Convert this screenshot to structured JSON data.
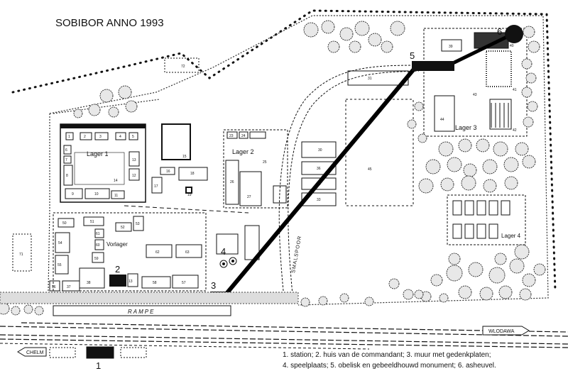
{
  "title": "SOBIBOR ANNO 1993",
  "areas": {
    "lager1": "Lager 1",
    "lager2": "Lager 2",
    "lager3": "Lager 3",
    "lager4": "Lager 4",
    "vorlager": "Vorlager"
  },
  "tracks": {
    "rampe": "RAMPE",
    "smalspoor": "SMALSPOOR",
    "wlodawa": "WLODAWA",
    "chelm": "CHELM"
  },
  "markers": [
    "1",
    "2",
    "3",
    "4",
    "5",
    "6"
  ],
  "legend": {
    "line1": "1. station;  2. huis van de commandant;  3. muur met gedenkplaten;",
    "line2": "4. speelplaats;  5. obelisk en gebeeldhouwd monument;  6. asheuvel."
  },
  "building_numbers": {
    "b1": "1",
    "b2": "2",
    "b3": "3",
    "b4": "4",
    "b5": "5",
    "b6": "6",
    "b7": "7",
    "b8": "8",
    "b9": "9",
    "b10": "10",
    "b11": "11",
    "b12": "12",
    "b13": "13",
    "b14": "14",
    "b15": "15",
    "b16": "16",
    "b17": "17",
    "b18": "18",
    "b19": "19",
    "b23": "23",
    "b24": "24",
    "b25": "25",
    "b26": "26",
    "b27": "27",
    "b30": "30",
    "b31": "31",
    "b33": "33",
    "b35": "35",
    "b36": "36",
    "b37": "37",
    "b38": "38",
    "b39": "39",
    "b40": "40",
    "b41": "41",
    "b42": "42",
    "b43": "43",
    "b44": "44",
    "b45": "45",
    "b50": "50",
    "b51": "51",
    "b52": "52",
    "b53": "53",
    "b54": "54",
    "b55": "55",
    "b56": "56",
    "b57": "57",
    "b58": "58",
    "b59": "59",
    "b60": "60",
    "b61": "61",
    "b62": "62",
    "b63": "63",
    "b71": "71",
    "b72": "72"
  },
  "colors": {
    "ink": "#111111",
    "paper": "#ffffff",
    "tree_fill": "#e8e8e8"
  }
}
